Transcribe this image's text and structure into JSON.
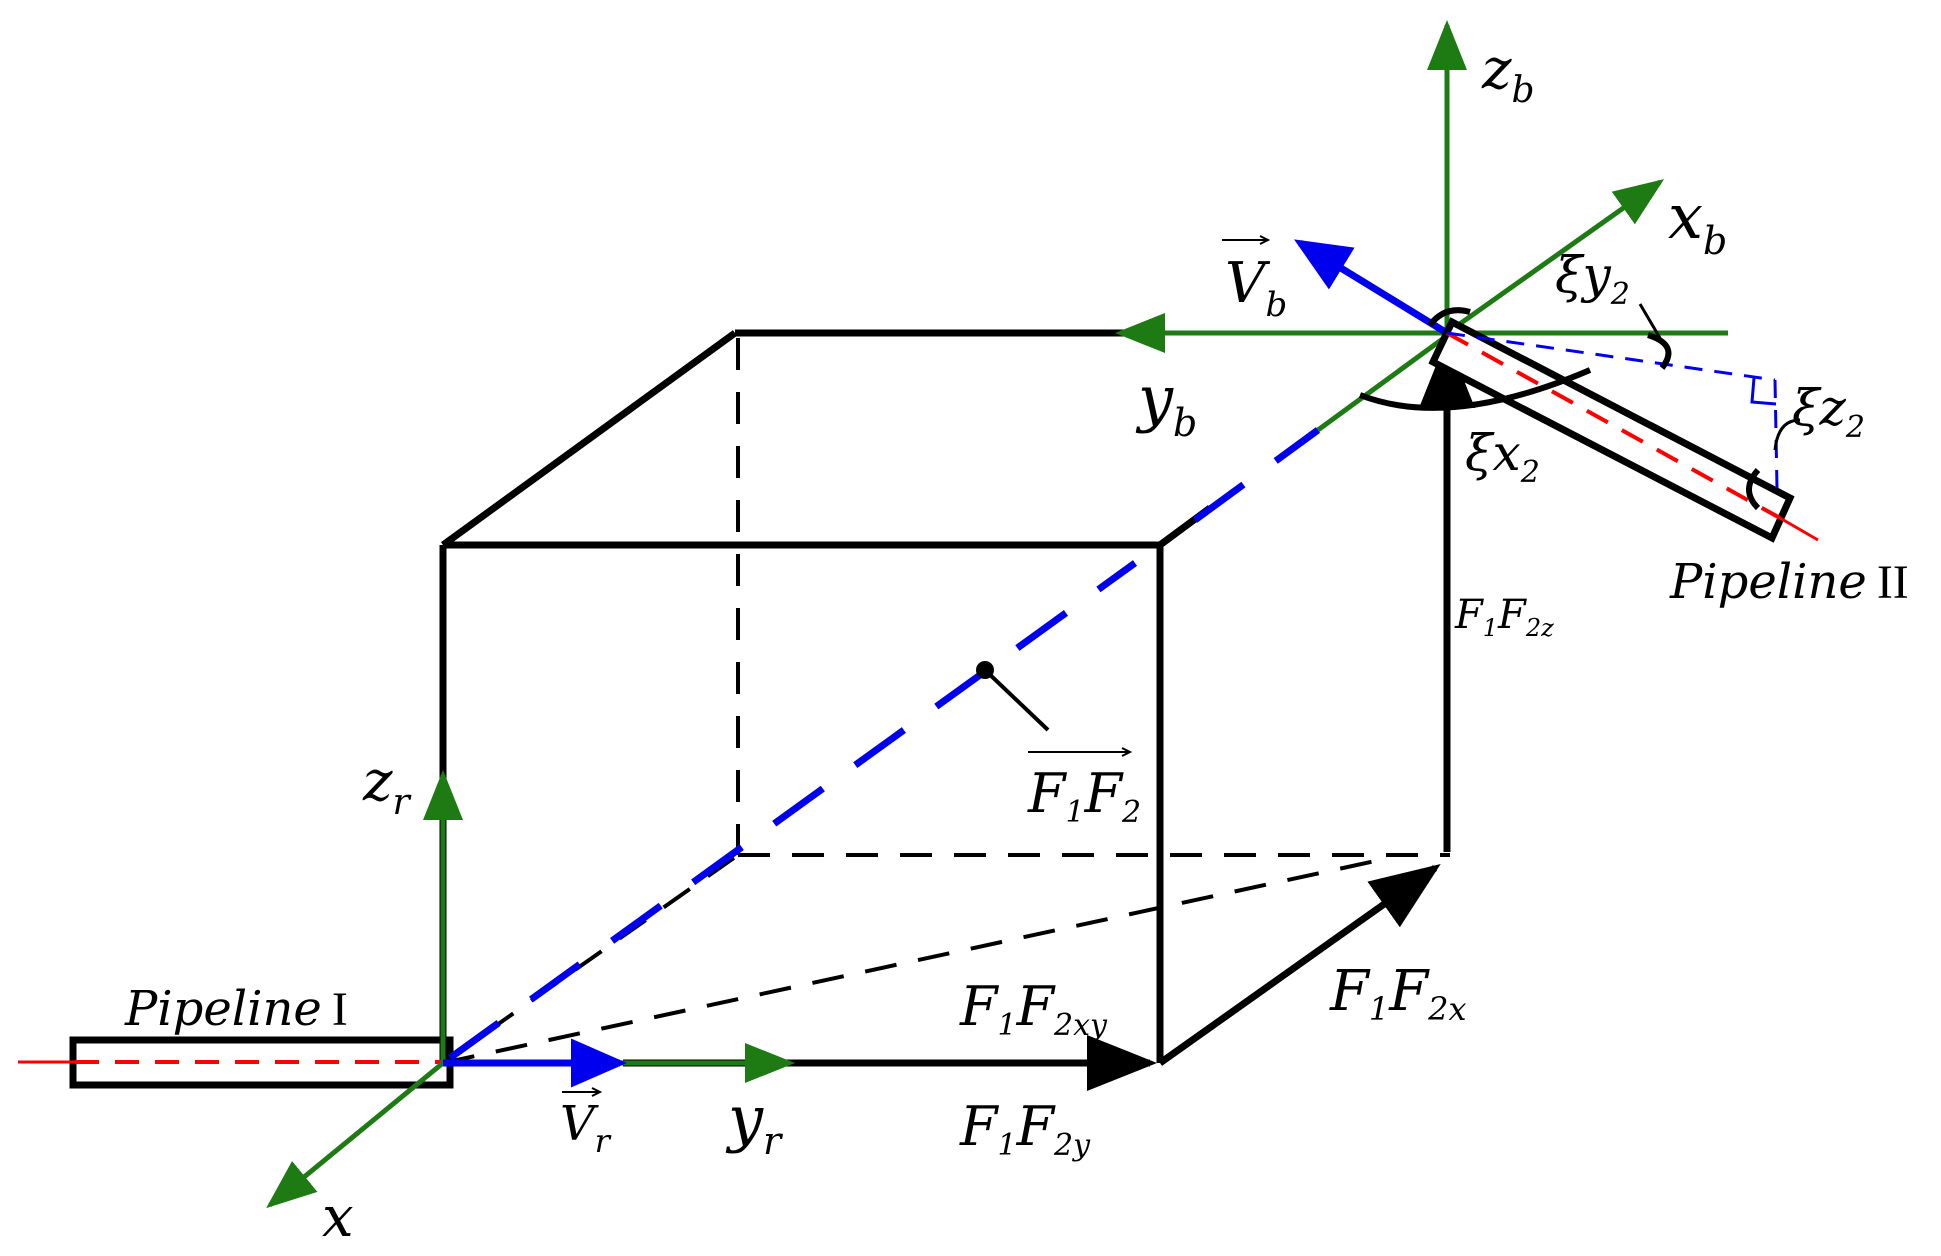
{
  "labels": {
    "pipeline1_word": "Pipeline",
    "pipeline1_num": "I",
    "pipeline2_word": "Pipeline",
    "pipeline2_num": "II",
    "x_axis": "x",
    "zr": "z",
    "zr_sub": "r",
    "yr": "y",
    "yr_sub": "r",
    "vr": "V",
    "vr_sub": "r",
    "zb": "z",
    "zb_sub": "b",
    "xb": "x",
    "xb_sub": "b",
    "yb": "y",
    "yb_sub": "b",
    "vb": "V",
    "vb_sub": "b",
    "f1f2": "F",
    "f1f2_sub1": "1",
    "f1f2_F2": "F",
    "f1f2_sub2": "2",
    "f1f2x": "F",
    "f1f2x_sub1": "1",
    "f1f2x_F2": "F",
    "f1f2x_sub2": "2x",
    "f1f2y": "F",
    "f1f2y_sub1": "1",
    "f1f2y_F2": "F",
    "f1f2y_sub2": "2y",
    "f1f2xy": "F",
    "f1f2xy_sub1": "1",
    "f1f2xy_F2": "F",
    "f1f2xy_sub2": "2xy",
    "f1f2z": "F",
    "f1f2z_sub1": "1",
    "f1f2z_F2": "F",
    "f1f2z_sub2": "2z",
    "xix2": "ξx",
    "xix2_sub": "2",
    "xiy2": "ξy",
    "xiy2_sub": "2",
    "xiz2": "ξz",
    "xiz2_sub": "2"
  },
  "colors": {
    "frame": "#000000",
    "axis_green": "#1e7b14",
    "vector_blue": "#0000ee",
    "centerline_red": "#ff0000"
  }
}
